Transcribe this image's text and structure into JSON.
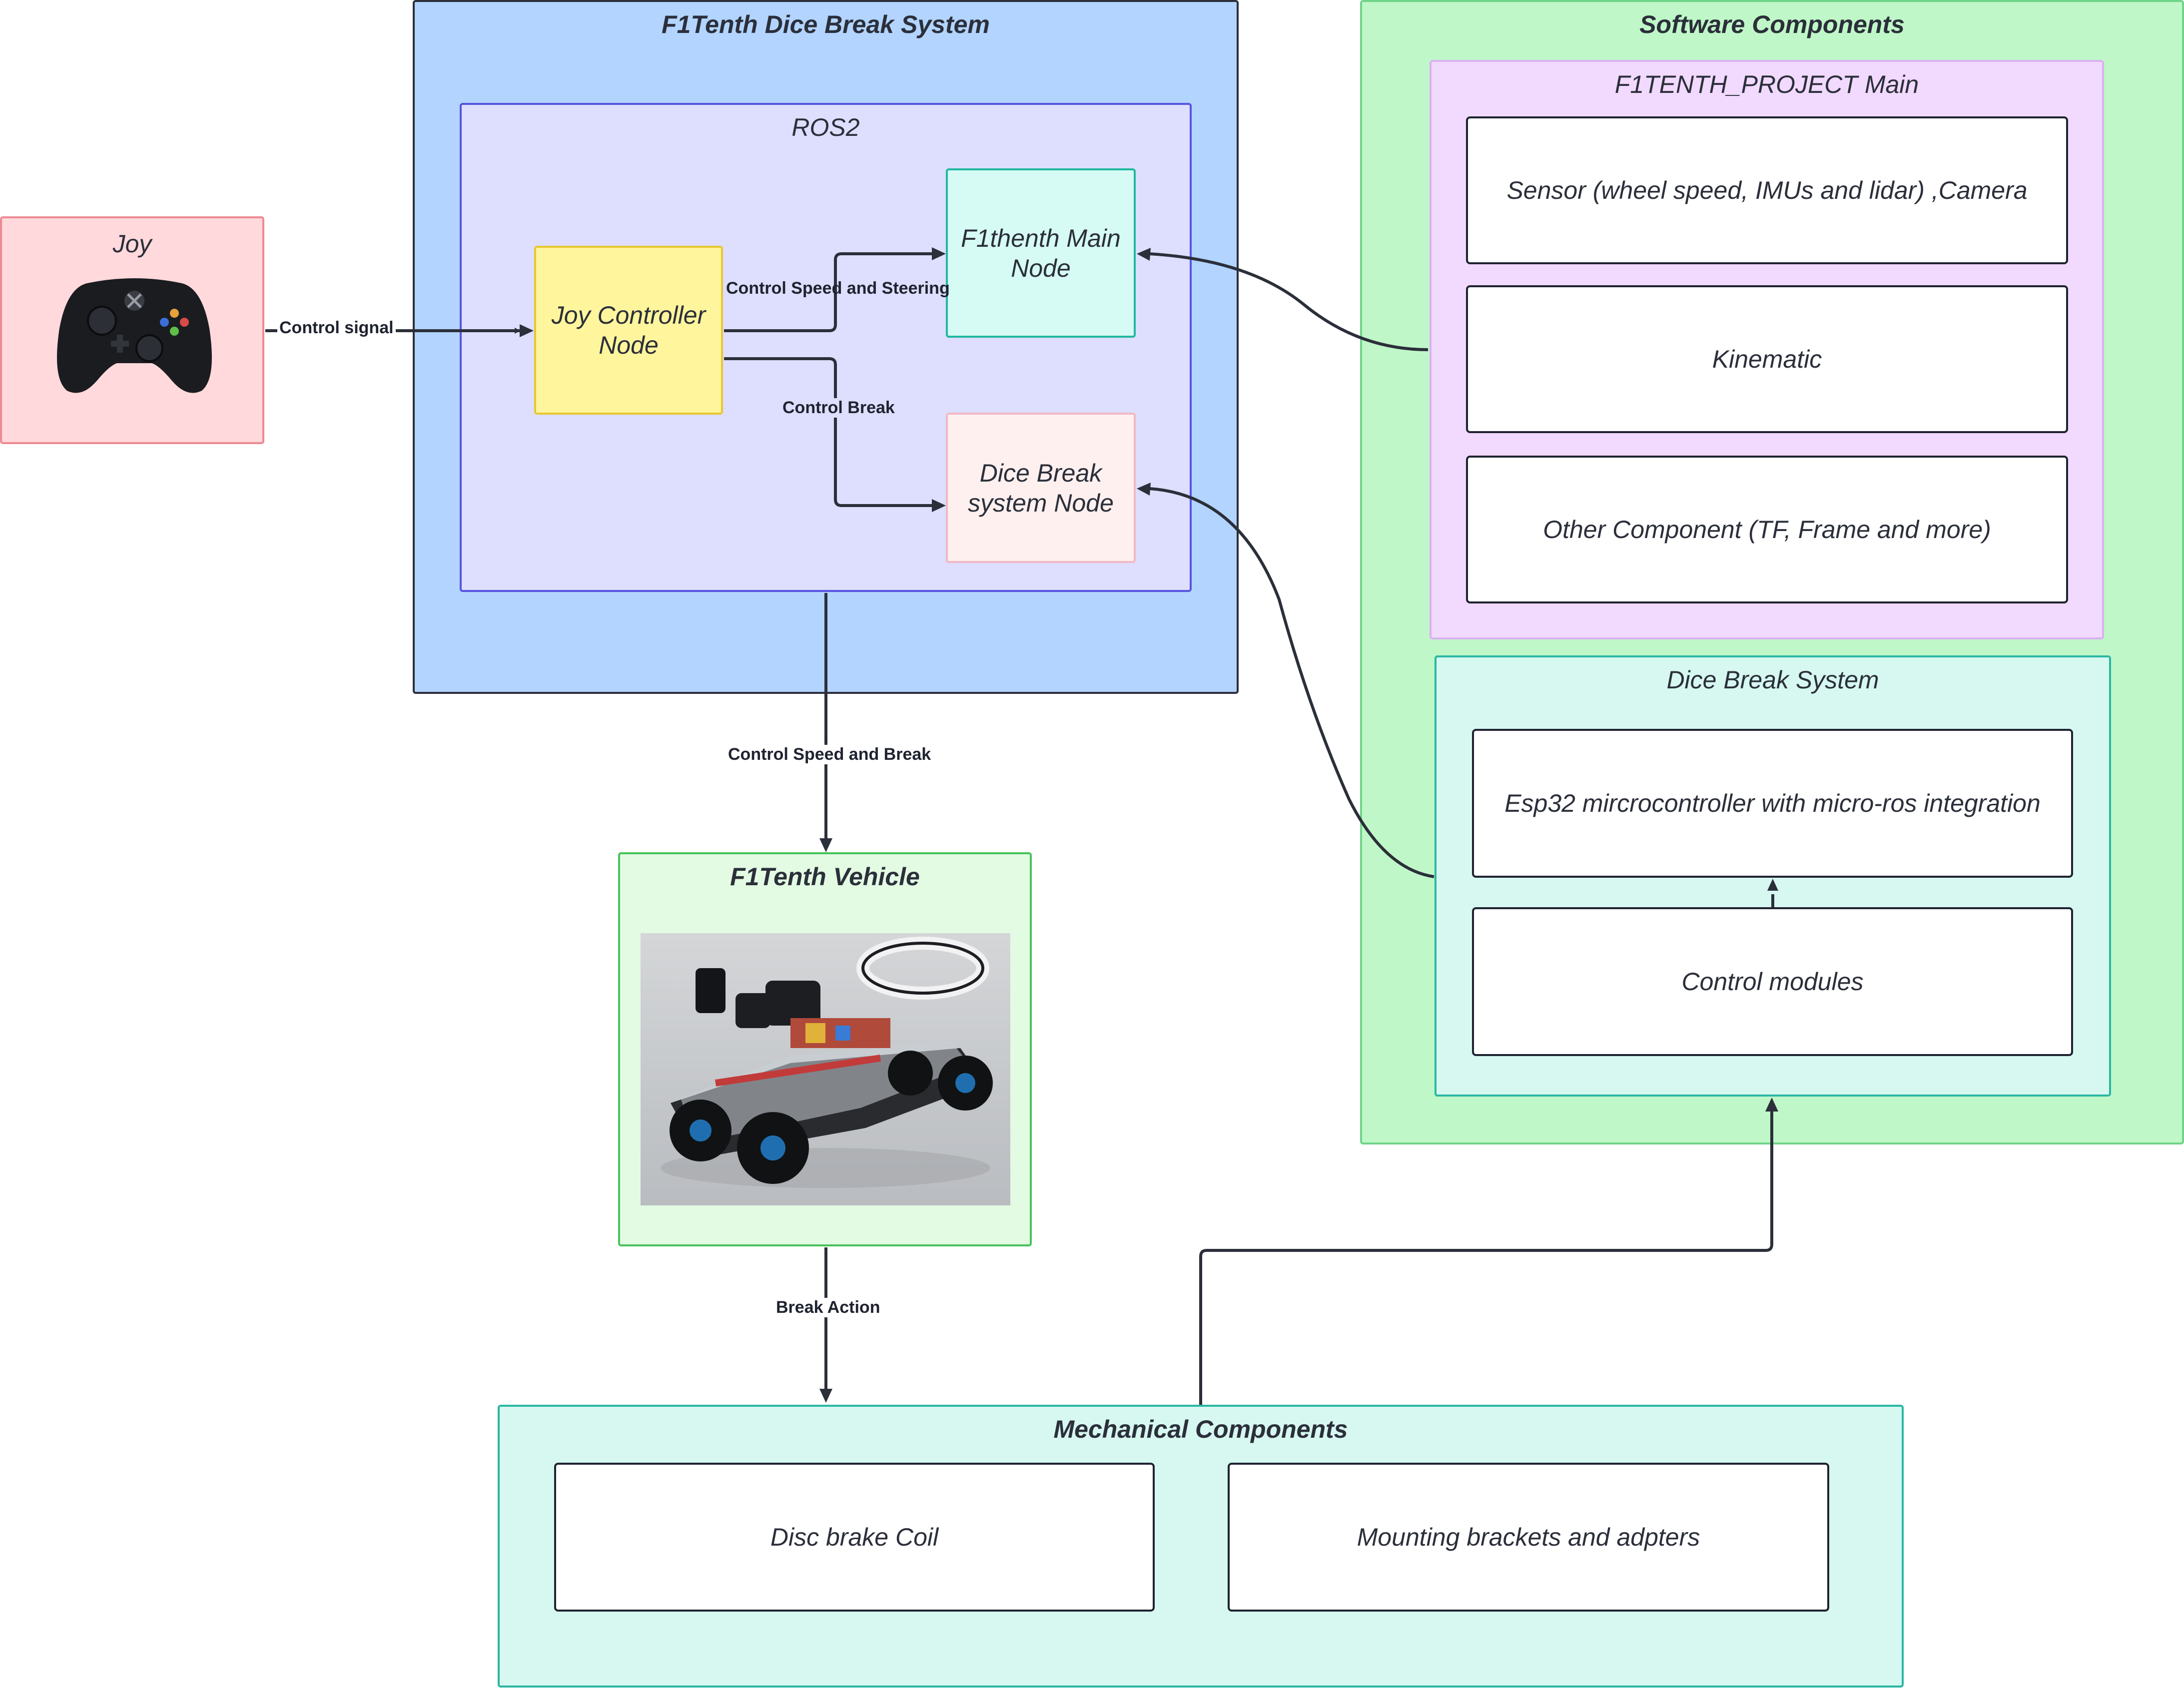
{
  "joy": {
    "title": "Joy",
    "icon": "gamepad-icon"
  },
  "system": {
    "title": "F1Tenth Dice Break System",
    "ros2": {
      "title": "ROS2",
      "joy_node": "Joy Controller Node",
      "main_node": "F1thenth Main Node",
      "dice_node": "Dice Break system Node"
    }
  },
  "vehicle": {
    "title": "F1Tenth Vehicle",
    "photo": "f1tenth-car-photo"
  },
  "software": {
    "title": "Software Components",
    "project": {
      "title": "F1TENTH_PROJECT Main",
      "items": [
        "Sensor (wheel speed, IMUs and lidar) ,Camera",
        "Kinematic",
        "Other Component (TF, Frame and more)"
      ]
    },
    "dice": {
      "title": "Dice Break System",
      "items": [
        "Esp32 mircrocontroller with micro-ros integration",
        "Control modules"
      ]
    }
  },
  "mechanical": {
    "title": "Mechanical Components",
    "items": [
      "Disc brake Coil",
      "Mounting brackets and adpters"
    ]
  },
  "edges": {
    "control_signal": "Control signal",
    "speed_steering": "Control Speed and Steering",
    "control_break": "Control Break",
    "speed_break": "Control Speed and Break",
    "break_action": "Break Action"
  },
  "colors": {
    "joy_fill": "#ffd9dc",
    "joy_border": "#ee8a93",
    "system_fill": "#b2d4ff",
    "system_border": "#2b2f3a",
    "ros2_fill": "#dedefe",
    "ros2_border": "#5755e0",
    "joy_node_fill": "#fff59d",
    "joy_node_border": "#e8c631",
    "main_node_fill": "#d6fbf4",
    "main_node_border": "#21b8a0",
    "dice_node_fill": "#fdf0ef",
    "dice_node_border": "#f2b8c4",
    "software_fill": "#c0f7c8",
    "software_border": "#6fd489",
    "project_fill": "#f2d9fe",
    "project_border": "#d9b3f0",
    "dice_fill": "#d6f8f1",
    "dice_border": "#2bb7a2",
    "vehicle_fill": "#e3fae3",
    "vehicle_border": "#47c35b",
    "mech_fill": "#d6f8f1",
    "mech_border": "#2bb7a2",
    "wire": "#2b2f3a"
  }
}
